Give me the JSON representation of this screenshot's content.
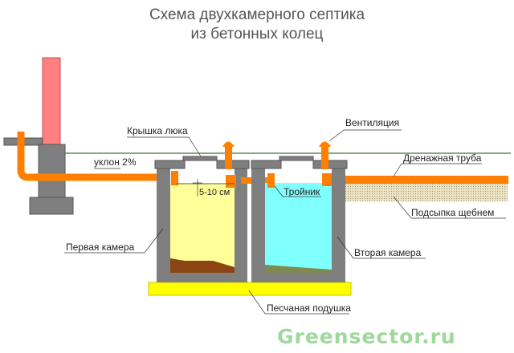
{
  "title": {
    "line1": "Схема двухкамерного септика",
    "line2": "из бетонных колец"
  },
  "labels": {
    "lid": "Крышка люка",
    "ventilation": "Вентиляция",
    "slope": "уклон 2%",
    "level_gap": "5-10 см",
    "tee": "Тройник",
    "drain_pipe": "Дренажная труба",
    "gravel": "Подсыпка щебнем",
    "first_chamber": "Первая камера",
    "second_chamber": "Вторая камера",
    "sand_cushion": "Песчаная подушка"
  },
  "watermark": "Greensector.ru",
  "colors": {
    "concrete": "#7f7f7f",
    "pipe": "#ff8000",
    "chimney": "#ff8080",
    "wastewater": "#ffff99",
    "clean_water": "#80ffff",
    "sludge": "#8b4513",
    "sand": "#ffff00",
    "ground": "#2e7d32",
    "gravel": "#ece4c4"
  }
}
